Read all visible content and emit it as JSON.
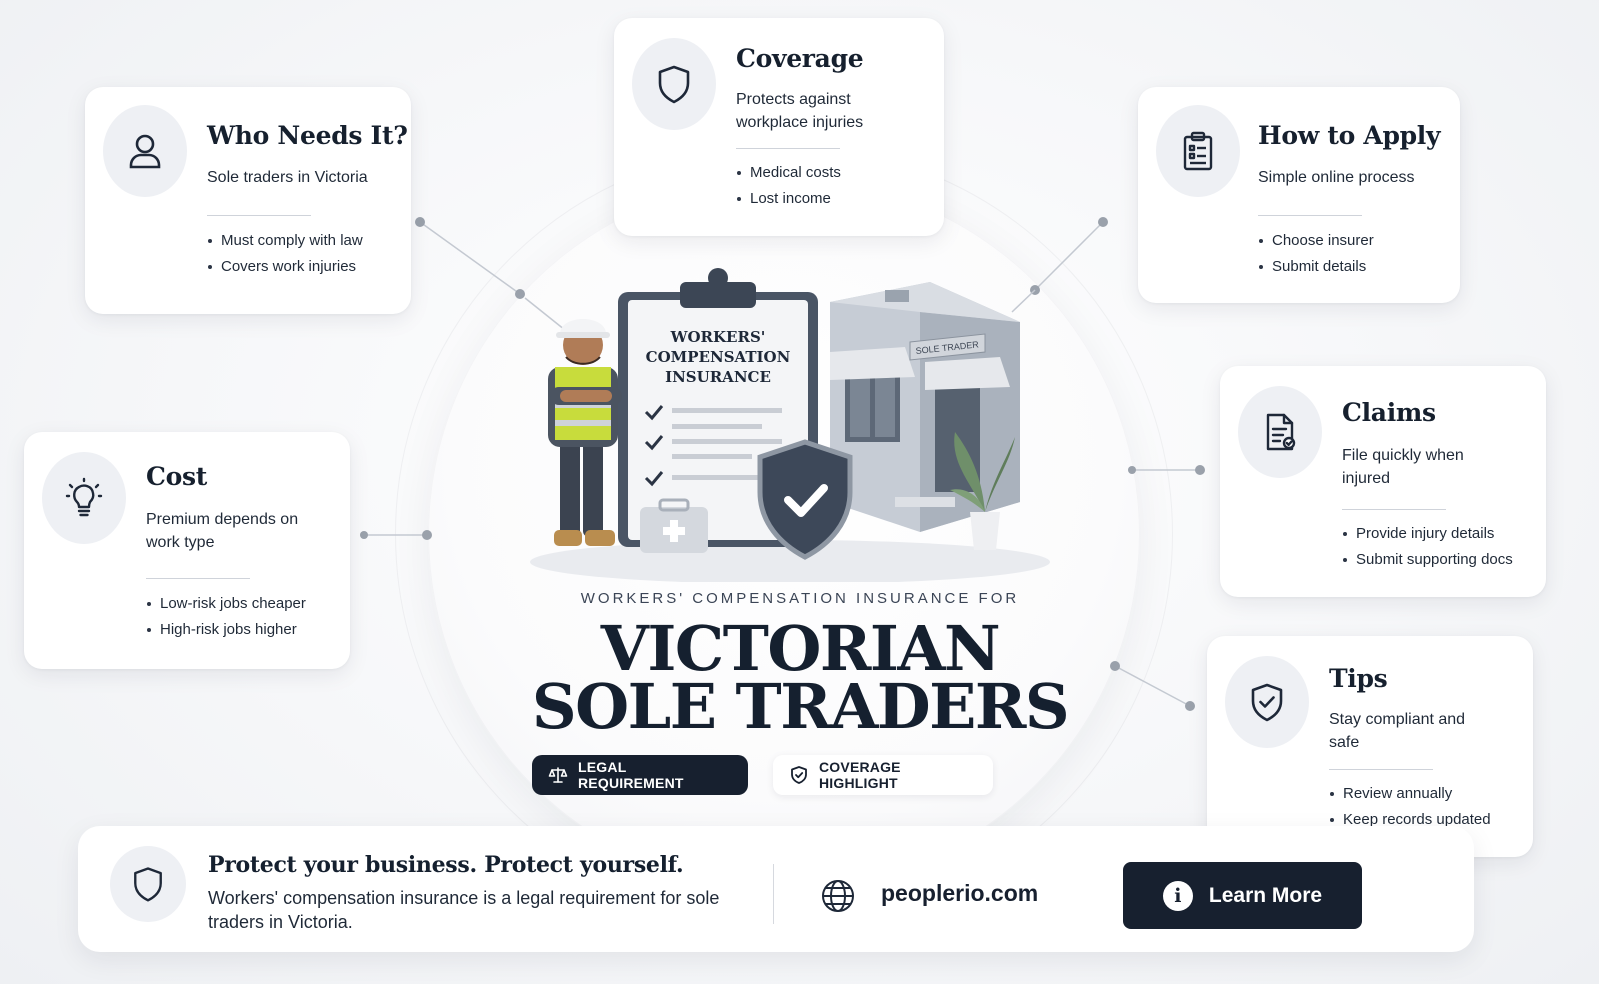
{
  "cards": {
    "who": {
      "title": "Who Needs It?",
      "subtitle": "Sole traders in Victoria",
      "items": [
        "Must comply with law",
        "Covers work injuries"
      ],
      "icon": "person-icon"
    },
    "coverage": {
      "title": "Coverage",
      "subtitle": "Protects against workplace injuries",
      "items": [
        "Medical costs",
        "Lost income"
      ],
      "icon": "shield-icon"
    },
    "apply": {
      "title": "How to Apply",
      "subtitle": "Simple online process",
      "items": [
        "Choose insurer",
        "Submit details"
      ],
      "icon": "clipboard-icon"
    },
    "cost": {
      "title": "Cost",
      "subtitle": "Premium depends on work type",
      "items": [
        "Low-risk jobs cheaper",
        "High-risk jobs higher"
      ],
      "icon": "lightbulb-icon"
    },
    "claims": {
      "title": "Claims",
      "subtitle": "File quickly when injured",
      "items": [
        "Provide injury details",
        "Submit supporting docs"
      ],
      "icon": "document-check-icon"
    },
    "tips": {
      "title": "Tips",
      "subtitle": "Stay compliant and safe",
      "items": [
        "Review annually",
        "Keep records updated"
      ],
      "icon": "shield-check-icon"
    }
  },
  "hero": {
    "clipboard_text": "WORKERS' COMPENSATION INSURANCE",
    "shop_sign": "SOLE TRADER",
    "eyebrow": "WORKERS' COMPENSATION INSURANCE FOR",
    "title_line1": "VICTORIAN",
    "title_line2": "SOLE TRADERS",
    "badge_legal": "LEGAL REQUIREMENT",
    "badge_coverage": "COVERAGE HIGHLIGHT"
  },
  "footer": {
    "headline": "Protect your business. Protect yourself.",
    "body": "Workers' compensation insurance is a legal requirement for sole traders in Victoria.",
    "website": "peoplerio.com",
    "cta": "Learn More"
  },
  "colors": {
    "navy": "#17202f",
    "background": "#f6f7f9",
    "icon_bubble": "#eef0f4",
    "vest": "#c8dc3c",
    "shop_gray": "#b9c0ca"
  }
}
